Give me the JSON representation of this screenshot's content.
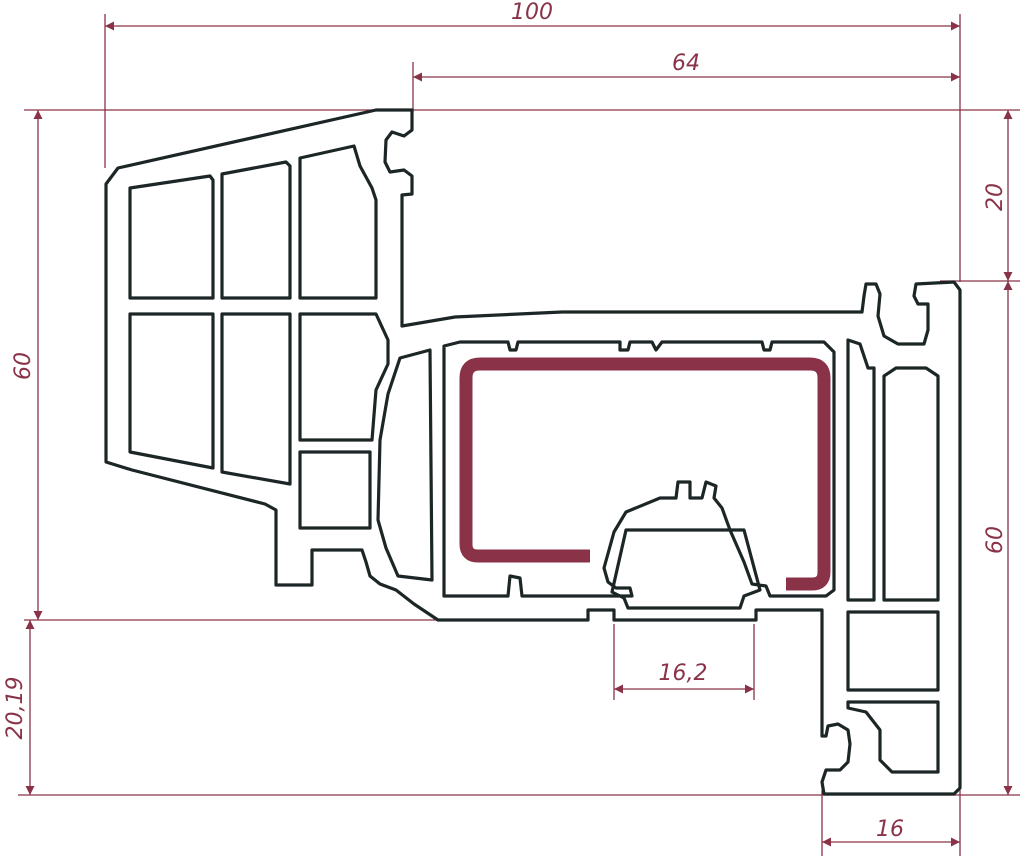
{
  "colors": {
    "dimension": "#8a3348",
    "profile_stroke": "#1d2626",
    "profile_fill": "#ffffff",
    "reinforcement": "#8a3348",
    "background": "#ffffff"
  },
  "dimensions": {
    "overall_width": "100",
    "glazing_width": "64",
    "top_offset": "20",
    "left_height": "60",
    "right_height": "60",
    "bottom_offset": "20,19",
    "groove_width": "16,2",
    "rebate_width": "16"
  }
}
